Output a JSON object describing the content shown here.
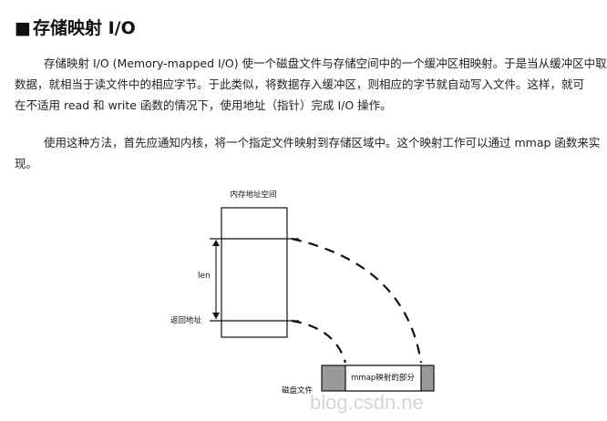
{
  "heading": {
    "bullet": "■",
    "title": "存储映射 I/O"
  },
  "paragraphs": [
    {
      "lines": [
        "存储映射 I/O (Memory-mapped I/O) 使一个磁盘文件与存储空间中的一个缓冲区相映射。于是当从缓冲区中取",
        "数据，就相当于读文件中的相应字节。于此类似，将数据存入缓冲区，则相应的字节就自动写入文件。这样，就可",
        "在不适用 read 和 write 函数的情况下，使用地址（指针）完成 I/O 操作。"
      ]
    },
    {
      "lines": [
        "使用这种方法，首先应通知内核，将一个指定文件映射到存储区域中。这个映射工作可以通过 mmap 函数来实",
        "现。"
      ]
    }
  ],
  "diagram": {
    "memory_label": "内存地址空间",
    "len_label": "len",
    "return_addr_label": "返回地址",
    "mmap_part_label": "mmap映射的部分",
    "disk_file_label": "磁盘文件",
    "colors": {
      "line": "#111111",
      "disk_fill": "#9a9a9a",
      "mapped_fill": "#ffffff"
    }
  },
  "watermark": {
    "text": "blog.csdn.ne"
  }
}
